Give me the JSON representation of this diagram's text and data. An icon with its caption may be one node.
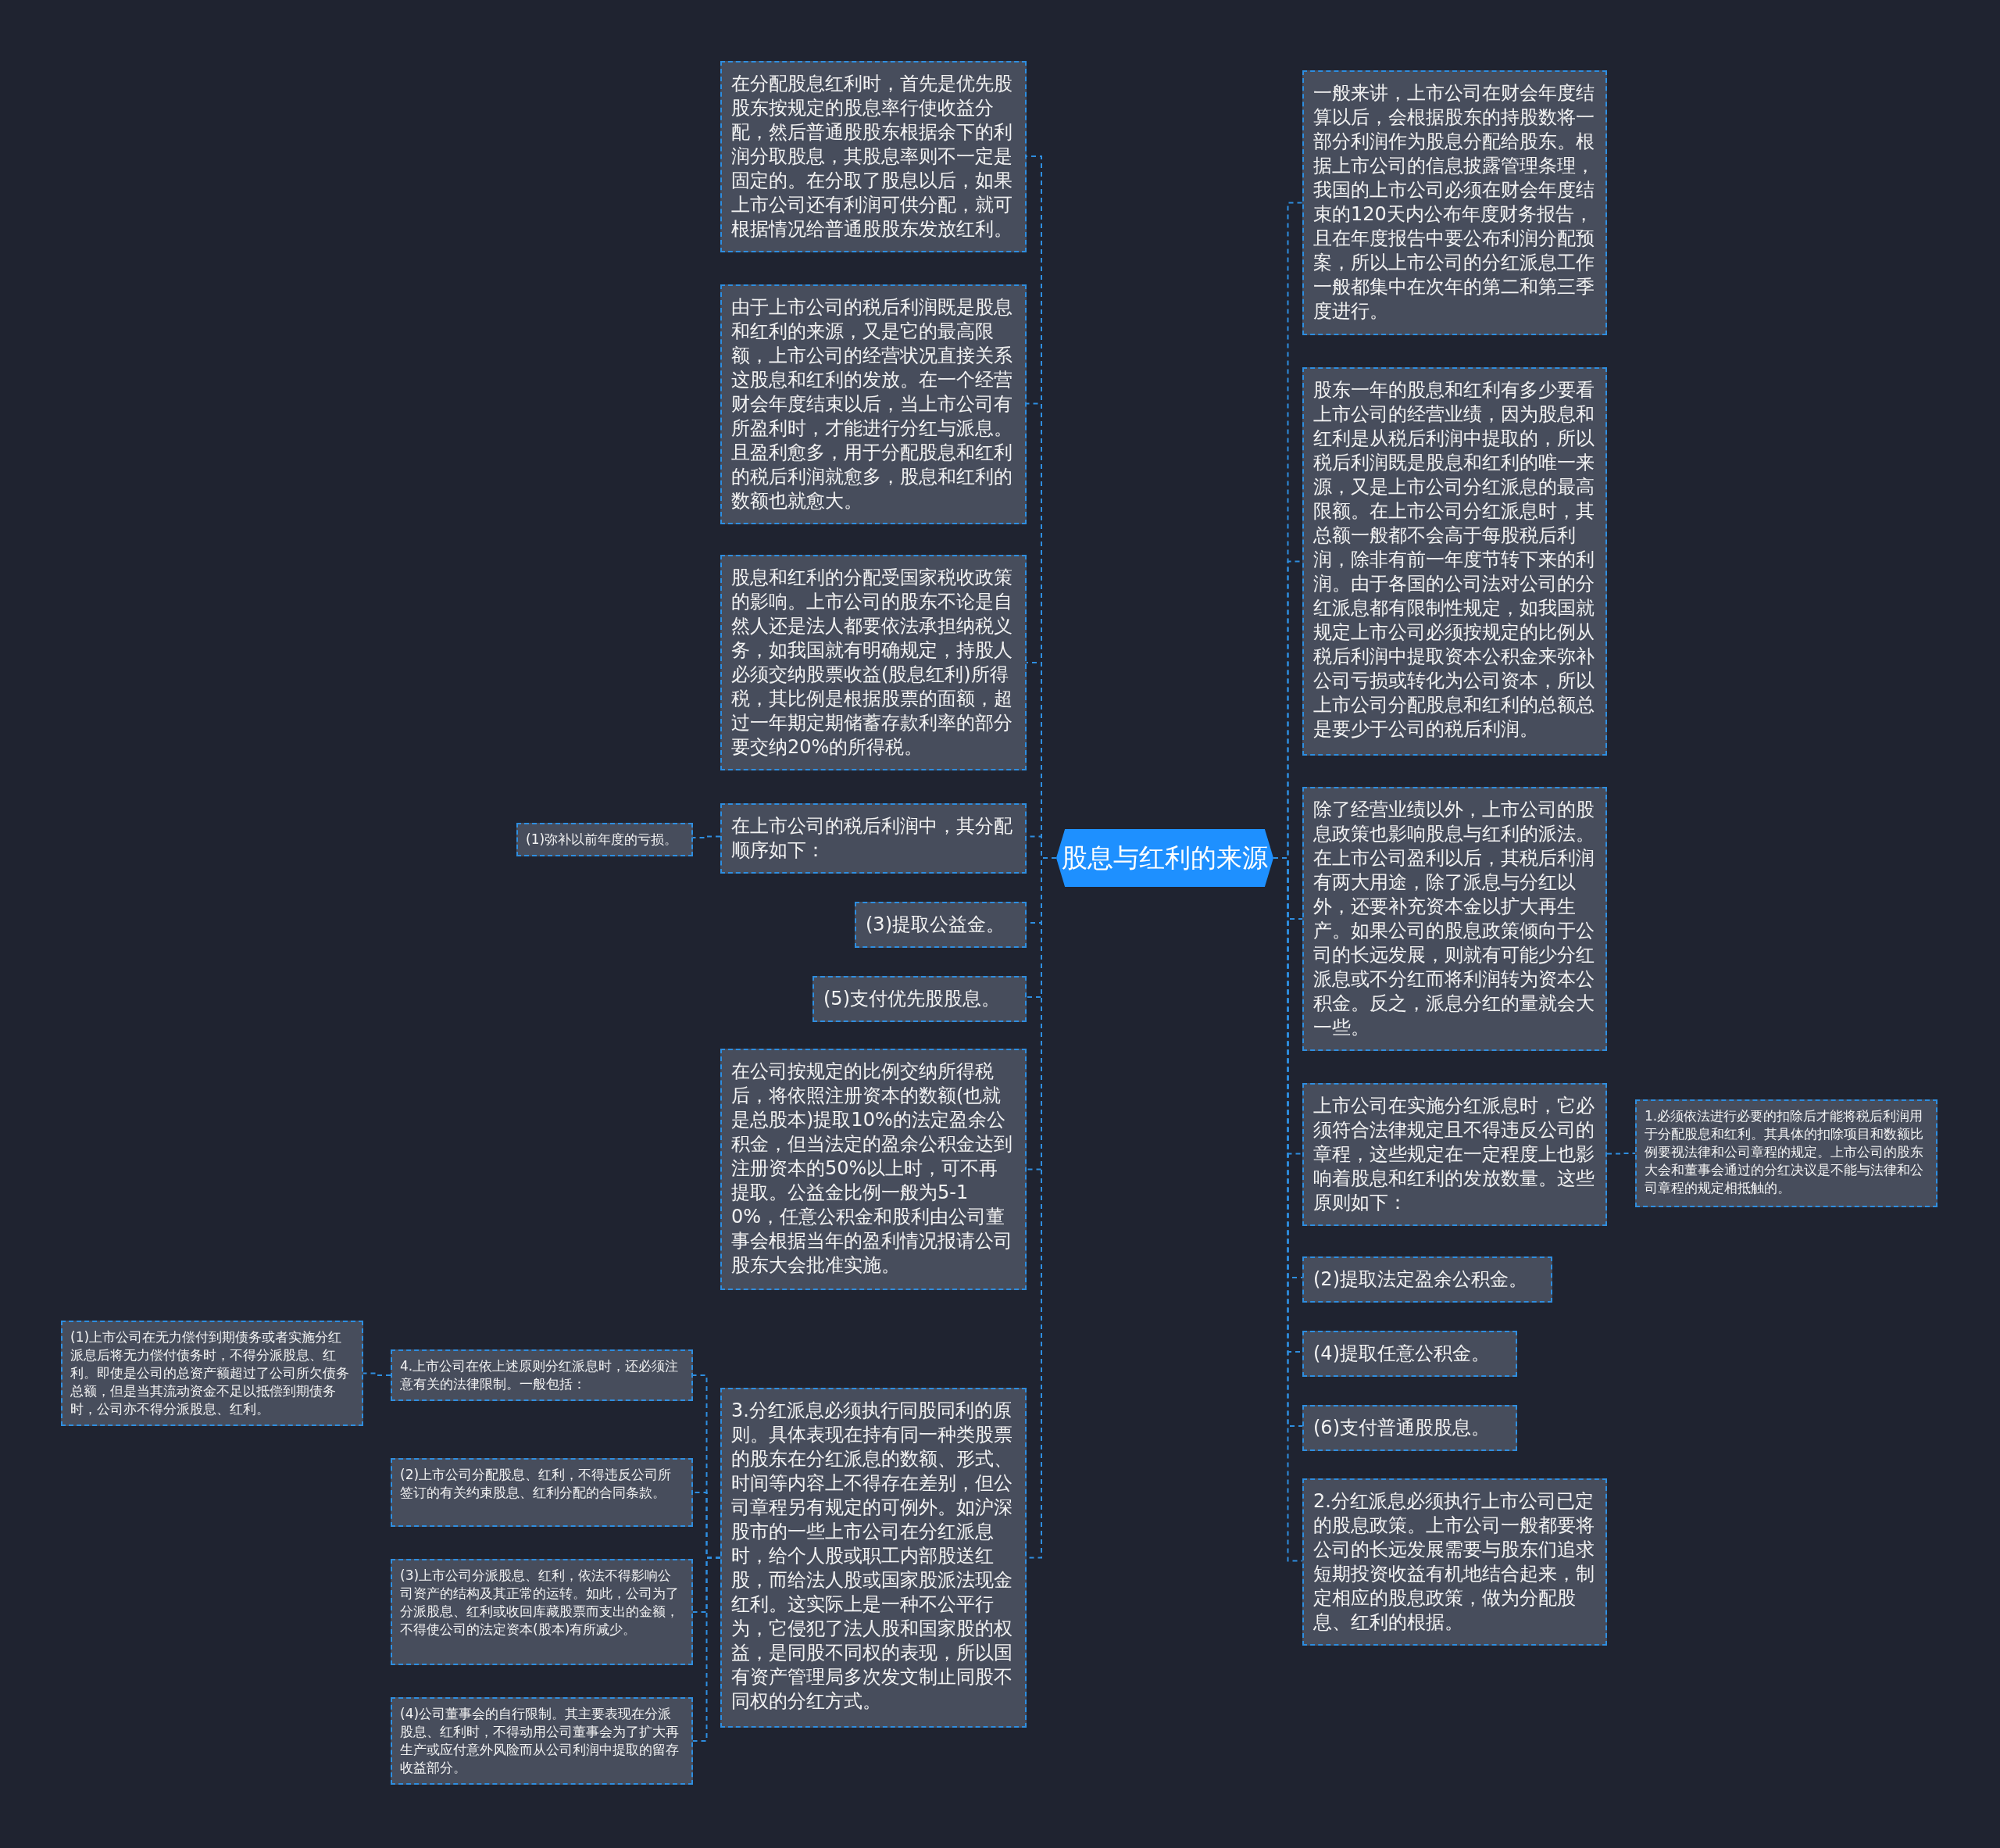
{
  "diagram": {
    "nodes": [
      {
        "text": [
          "股息与红利的来源"
        ]
      },
      {
        "text": [
          "在分配股息红利时，首先是优先股股东按规定的股息率行使收益分配，然后普通股股东根据余下的利润分取股息，其股息率则不一定是固定的。在分取了股息以后，如果上市公司还有利润可供分配，就可根据情况给普通股股东发放红利。"
        ]
      },
      {
        "text": [
          "由于上市公司的税后利润既是股息和红利的来源，又是它的最高限额，上市公司的经营状况直接关系这股息和红利的发放。在一个经营财会年度结束以后，当上市公司有所盈利时，才能进行分红与派息。且盈利愈多，用于分配股息和红利的税后利润就愈多，股息和红利的数额也就愈大。"
        ]
      },
      {
        "text": [
          "股息和红利的分配受国家税收政策的影响。上市公司的股东不论是自然人还是法人都要依法承担纳税义务，如我国就有明确规定，持股人必须交纳股票收益(股息红利)所得税，其比例是根据股票的面额，超过一年期定期储蓄存款利率的部分要交纳20%的所得税。"
        ]
      },
      {
        "text": [
          "在上市公司的税后利润中，其分配顺序如下："
        ]
      },
      {
        "text": [
          "(1)弥补以前年度的亏损。"
        ]
      },
      {
        "text": [
          "(3)提取公益金。"
        ]
      },
      {
        "text": [
          "(5)支付优先股股息。"
        ]
      },
      {
        "text": [
          "在公司按规定的比例交纳所得税后，将依照注册资本的数额(也就是总股本)提取10%的法定盈余公积金，但当法定的盈余公积金达到注册资本的50%以上时，可不再提取。公益金比例一般为5-10%，任意公积金和股利由公司董事会根据当年的盈利情况报请公司股东大会批准实施。"
        ]
      },
      {
        "text": [
          "3.分红派息必须执行同股同利的原则。具体表现在持有同一种类股票的股东在分红派息的数额、形式、时间等内容上不得存在差别，但公司章程另有规定的可例外。如沪深股市的一些上市公司在分红派息时，给个人股或职工内部股送红股，而给法人股或国家股派法现金红利。这实际上是一种不公平行为，它侵犯了法人股和国家股的权益，是同股不同权的表现，所以国有资产管理局多次发文制止同股不同权的分红方式。"
        ]
      },
      {
        "text": [
          "4.上市公司在依上述原则分红派息时，还必须注意有关的法律限制。一般包括："
        ]
      },
      {
        "text": [
          "(1)上市公司在无力偿付到期债务或者实施分红派息后将无力偿付债务时，不得分派股息、红利。即使是公司的总资产额超过了公司所欠债务总额，但是当其流动资金不足以抵偿到期债务时，公司亦不得分派股息、红利。"
        ]
      },
      {
        "text": [
          "(2)上市公司分配股息、红利，不得违反公司所签订的有关约束股息、红利分配的合同条款。"
        ]
      },
      {
        "text": [
          "(3)上市公司分派股息、红利，依法不得影响公司资产的结构及其正常的运转。如此，公司为了分派股息、红利或收回库藏股票而支出的金额，不得使公司的法定资本(股本)有所减少。"
        ]
      },
      {
        "text": [
          "(4)公司董事会的自行限制。其主要表现在分派股息、红利时，不得动用公司董事会为了扩大再生产或应付意外风险而从公司利润中提取的留存收益部分。"
        ]
      },
      {
        "text": [
          "一般来讲，上市公司在财会年度结算以后，会根据股东的持股数将一部分利润作为股息分配给股东。根据上市公司的信息披露管理条理，我国的上市公司必须在财会年度结束的120天内公布年度财务报告，且在年度报告中要公布利润分配预案，所以上市公司的分红派息工作一般都集中在次年的第二和第三季度进行。"
        ]
      },
      {
        "text": [
          "股东一年的股息和红利有多少要看上市公司的经营业绩，因为股息和红利是从税后利润中提取的，所以税后利润既是股息和红利的唯一来源，又是上市公司分红派息的最高限额。在上市公司分红派息时，其总额一般都不会高于每股税后利润，除非有前一年度节转下来的利润。由于各国的公司法对公司的分红派息都有限制性规定，如我国就规定上市公司必须按规定的比例从税后利润中提取资本公积金来弥补公司亏损或转化为公司资本，所以上市公司分配股息和红利的总额总是要少于公司的税后利润。"
        ]
      },
      {
        "text": [
          "除了经营业绩以外，上市公司的股息政策也影响股息与红利的派法。在上市公司盈利以后，其税后利润有两大用途，除了派息与分红以外，还要补充资本金以扩大再生产。如果公司的股息政策倾向于公司的长远发展，则就有可能少分红派息或不分红而将利润转为资本公积金。反之，派息分红的量就会大一些。"
        ]
      },
      {
        "text": [
          "上市公司在实施分红派息时，它必须符合法律规定且不得违反公司的章程，这些规定在一定程度上也影响着股息和红利的发放数量。这些原则如下："
        ]
      },
      {
        "text": [
          "1.必须依法进行必要的扣除后才能将税后利润用于分配股息和红利。其具体的扣除项目和数额比例要视法律和公司章程的规定。上市公司的股东大会和董事会通过的分红决议是不能与法律和公司章程的规定相抵触的。"
        ]
      },
      {
        "text": [
          "(2)提取法定盈余公积金。"
        ]
      },
      {
        "text": [
          "(4)提取任意公积金。"
        ]
      },
      {
        "text": [
          "(6)支付普通股股息。"
        ]
      },
      {
        "text": [
          "2.分红派息必须执行上市公司已定的股息政策。上市公司一般都要将公司的长远发展需要与股东们追求短期投资收益有机地结合起来，制定相应的股息政策，做为分配股息、红利的根据。"
        ]
      }
    ],
    "edges": [
      {
        "from": 0,
        "to": 1,
        "arrow": "none"
      },
      {
        "from": 0,
        "to": 2,
        "arrow": "none"
      },
      {
        "from": 0,
        "to": 3,
        "arrow": "none"
      },
      {
        "from": 0,
        "to": 4,
        "arrow": "none"
      },
      {
        "from": 4,
        "to": 5,
        "arrow": "none"
      },
      {
        "from": 0,
        "to": 6,
        "arrow": "none"
      },
      {
        "from": 0,
        "to": 7,
        "arrow": "none"
      },
      {
        "from": 0,
        "to": 8,
        "arrow": "none"
      },
      {
        "from": 0,
        "to": 9,
        "arrow": "none"
      },
      {
        "from": 9,
        "to": 10,
        "arrow": "none"
      },
      {
        "from": 10,
        "to": 11,
        "arrow": "none"
      },
      {
        "from": 9,
        "to": 12,
        "arrow": "none"
      },
      {
        "from": 9,
        "to": 13,
        "arrow": "none"
      },
      {
        "from": 9,
        "to": 14,
        "arrow": "none"
      },
      {
        "from": 0,
        "to": 15,
        "arrow": "none"
      },
      {
        "from": 0,
        "to": 16,
        "arrow": "none"
      },
      {
        "from": 0,
        "to": 17,
        "arrow": "none"
      },
      {
        "from": 0,
        "to": 18,
        "arrow": "none"
      },
      {
        "from": 18,
        "to": 19,
        "arrow": "none"
      },
      {
        "from": 0,
        "to": 20,
        "arrow": "none"
      },
      {
        "from": 0,
        "to": 21,
        "arrow": "none"
      },
      {
        "from": 0,
        "to": 22,
        "arrow": "none"
      },
      {
        "from": 0,
        "to": 23,
        "arrow": "none"
      }
    ]
  }
}
